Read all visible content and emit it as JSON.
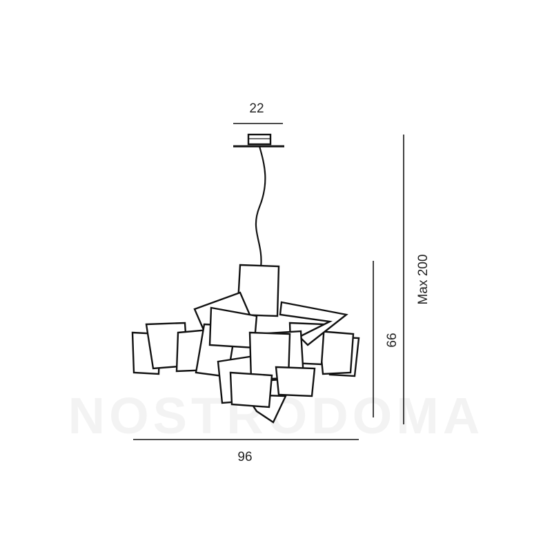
{
  "dimensions": {
    "canopy_width": "22",
    "total_height": "Max 200",
    "body_height": "66",
    "body_width": "96"
  },
  "watermark": {
    "text": "NOSTRODOMA"
  },
  "colors": {
    "line": "#111111",
    "watermark": "#f3f3f3",
    "background": "#ffffff"
  }
}
